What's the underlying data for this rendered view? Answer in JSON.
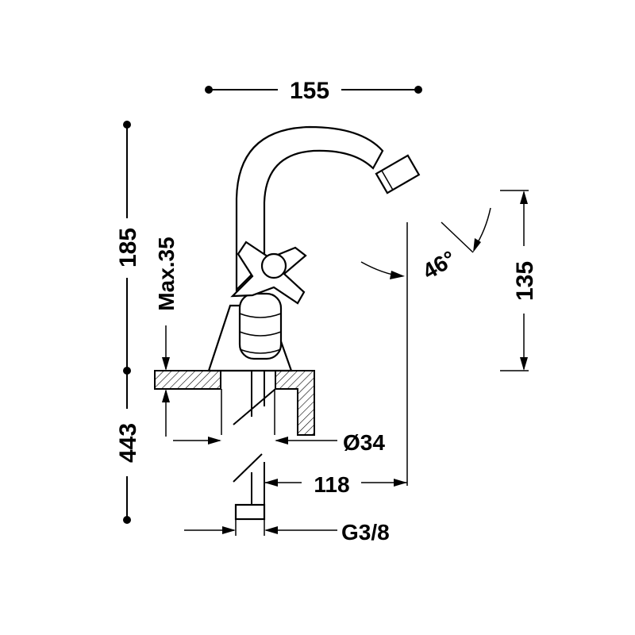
{
  "dimensions": {
    "width_top": "155",
    "height_left_upper": "185",
    "max_thickness": "Max.35",
    "height_left_lower": "443",
    "spout_height": "135",
    "spout_angle": "46°",
    "hole_diameter": "Ø34",
    "reach": "118",
    "connection": "G3/8"
  },
  "colors": {
    "line": "#000000",
    "background": "#ffffff"
  }
}
